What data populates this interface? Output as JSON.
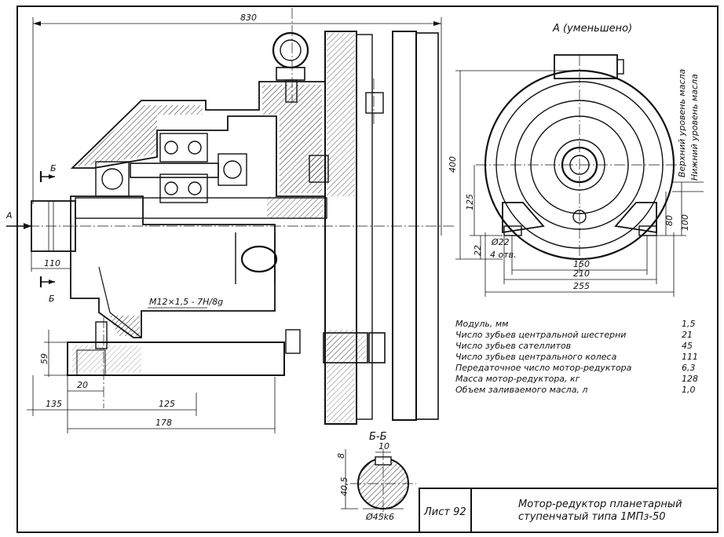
{
  "drawing": {
    "overall_length": "830",
    "side_view_title": "А (уменьшено)",
    "section_title": "Б-Б",
    "view_arrow_label": "А",
    "section_mark_label": "Б",
    "thread_label": "М12×1,5 - 7Н/8g",
    "dims_main": {
      "d110": "110",
      "d20": "20",
      "d135": "135",
      "d125": "125",
      "d178": "178",
      "d59": "59"
    },
    "dims_side": {
      "d400": "400",
      "d125": "125",
      "d22": "22",
      "d80": "80",
      "d100": "100",
      "d150": "150",
      "d210": "210",
      "d255": "255",
      "hole_dia": "Ø22",
      "hole_count": "4 отв."
    },
    "oil_levels": {
      "upper": "Верхний уровень масла",
      "lower": "Нижний уровень масла"
    },
    "dims_section": {
      "d8": "8",
      "d10": "10",
      "d40_5": "40,5",
      "shaft": "Ø45k6"
    }
  },
  "specs": [
    {
      "label": "Модуль, мм",
      "value": "1,5"
    },
    {
      "label": "Число зубьев центральной шестерни",
      "value": "21"
    },
    {
      "label": "Число зубьев сателлитов",
      "value": "45"
    },
    {
      "label": "Число зубьев центрального колеса",
      "value": "111"
    },
    {
      "label": "Передаточное число мотор-редуктора",
      "value": "6,3"
    },
    {
      "label": "Масса мотор-редуктора, кг",
      "value": "128"
    },
    {
      "label": "Объем заливаемого масла, л",
      "value": "1,0"
    }
  ],
  "title_block": {
    "sheet": "Лист 92",
    "title_line1": "Мотор-редуктор планетарный",
    "title_line2": "ступенчатый типа 1МПз-50"
  }
}
